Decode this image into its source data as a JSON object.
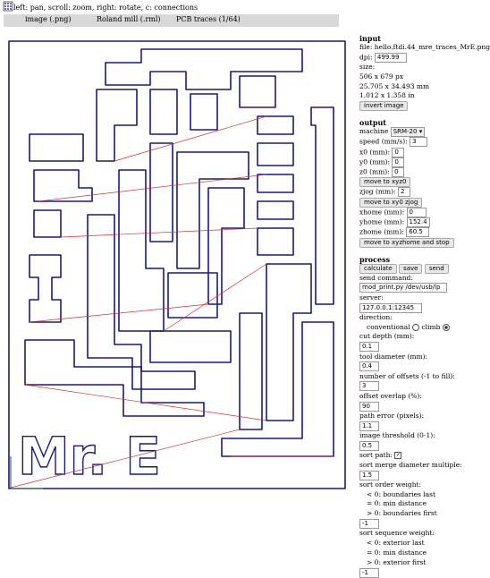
{
  "hint": "left: pan, scroll: zoom, right: rotate, c: connections",
  "tabs": [
    "image (.png)",
    "Roland mill (.rml)",
    "PCB traces (1/64)"
  ],
  "input": {
    "title": "input",
    "file_label": "file:",
    "file_name": "hello.ftdi.44_mre_traces_MrE.png",
    "dpi_label": "dpi:",
    "dpi": "499.99",
    "size_label": "size:",
    "size_px": "506 x 679 px",
    "size_mm": "25.705 x 34.493 mm",
    "size_in": "1.012 x 1.358 in",
    "invert_button": "invert image"
  },
  "output": {
    "title": "output",
    "machine_label": "machine",
    "machine_value": "SRM-20",
    "speed_label": "speed (mm/s):",
    "speed": "3",
    "x0_label": "x0 (mm):",
    "x0": "0",
    "y0_label": "y0 (mm):",
    "y0": "0",
    "z0_label": "z0 (mm):",
    "z0": "0",
    "move_xyz0": "move to xyz0",
    "zjog_label": "zjog (mm):",
    "zjog": "2",
    "move_xy0_zjog": "move to xy0 zjog",
    "xhome_label": "xhome (mm):",
    "xhome": "0",
    "yhome_label": "yhome (mm):",
    "yhome": "152.4",
    "zhome_label": "zhome (mm):",
    "zhome": "60.5",
    "move_home": "move to xyzhome and stop"
  },
  "process": {
    "title": "process",
    "calculate": "calculate",
    "save": "save",
    "send": "send",
    "send_command_label": "send command:",
    "send_command": "mod_print.py /dev/usb/lp",
    "server_label": "server:",
    "server": "127.0.0.1:12345",
    "direction_label": "direction:",
    "conventional": "conventional",
    "climb": "climb",
    "cut_depth_label": "cut depth (mm):",
    "cut_depth": "0.1",
    "tool_diameter_label": "tool diameter (mm):",
    "tool_diameter": "0.4",
    "offsets_label": "number of offsets (-1 to fill):",
    "offsets": "3",
    "overlap_label": "offset overlap (%):",
    "overlap": "90",
    "path_error_label": "path error (pixels):",
    "path_error": "1.1",
    "threshold_label": "image threshold (0-1):",
    "threshold": "0.5",
    "sort_path_label": "sort path:",
    "sort_merge_label": "sort merge diameter multiple:",
    "sort_merge": "1.5",
    "sort_order_label": "sort order weight:",
    "sort_order_lines": [
      "< 0: boundaries last",
      "= 0: min distance",
      "> 0: boundaries first"
    ],
    "sort_order": "-1",
    "sort_sequence_label": "sort sequence weight:",
    "sort_sequence_lines": [
      "< 0: exterior last",
      "= 0: min distance",
      "> 0: exterior first"
    ],
    "sort_sequence": "-1"
  },
  "board_text": "Mr. E",
  "colors": {
    "trace": "#1a1a7a",
    "move": "#d43030",
    "tabs_bg": "#d8d8d8"
  }
}
